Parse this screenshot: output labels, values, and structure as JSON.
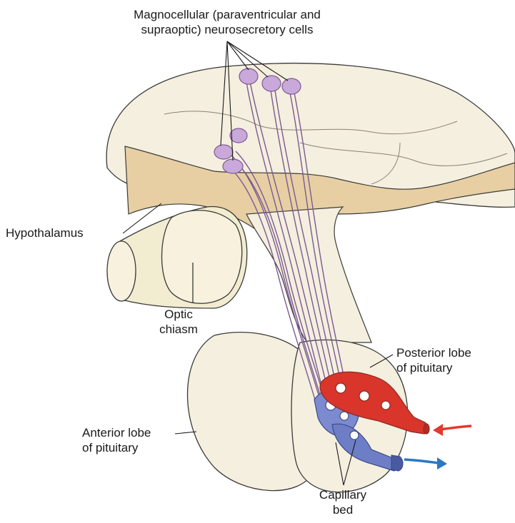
{
  "labels": {
    "magnocellular_line1": "Magnocellular (paraventricular and",
    "magnocellular_line2": "supraoptic) neurosecretory cells",
    "hypothalamus": "Hypothalamus",
    "optic_line1": "Optic",
    "optic_line2": "chiasm",
    "posterior_line1": "Posterior lobe",
    "posterior_line2": "of pituitary",
    "anterior_line1": "Anterior lobe",
    "anterior_line2": "of pituitary",
    "capillary_line1": "Capillary",
    "capillary_line2": "bed"
  },
  "colors": {
    "tissue": "#f5efdf",
    "tissue_outline": "#3a3a3a",
    "hypothalamus_tan": "#e7cfa3",
    "neuron": "#c9a9d9",
    "neuron_outline": "#7a5a92",
    "artery": "#d9352b",
    "vein": "#5b6fb8",
    "arrow_in": "#e23a2e",
    "arrow_out": "#2b77c4"
  }
}
